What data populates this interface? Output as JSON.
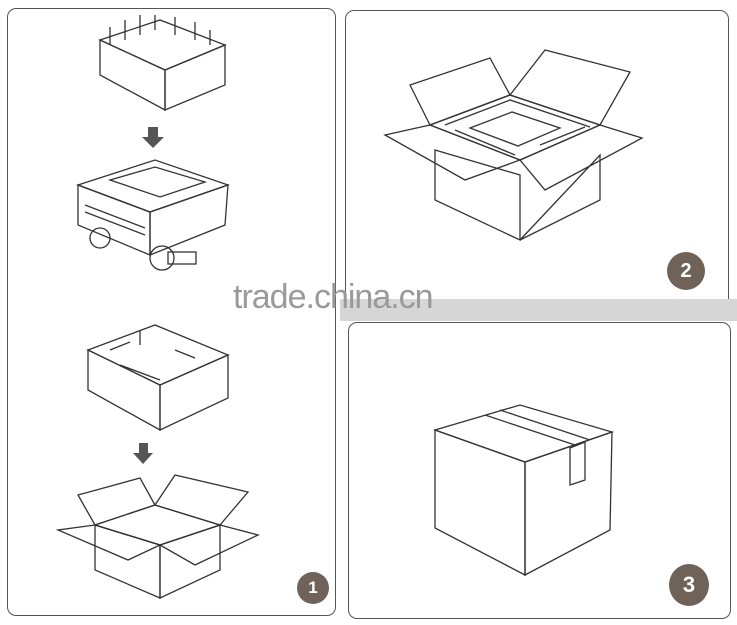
{
  "steps": [
    {
      "number": "1"
    },
    {
      "number": "2"
    },
    {
      "number": "3"
    }
  ],
  "watermark": "trade.china.cn",
  "colors": {
    "badge": "#6e6259",
    "line": "#333333",
    "panel_border": "#555555"
  }
}
